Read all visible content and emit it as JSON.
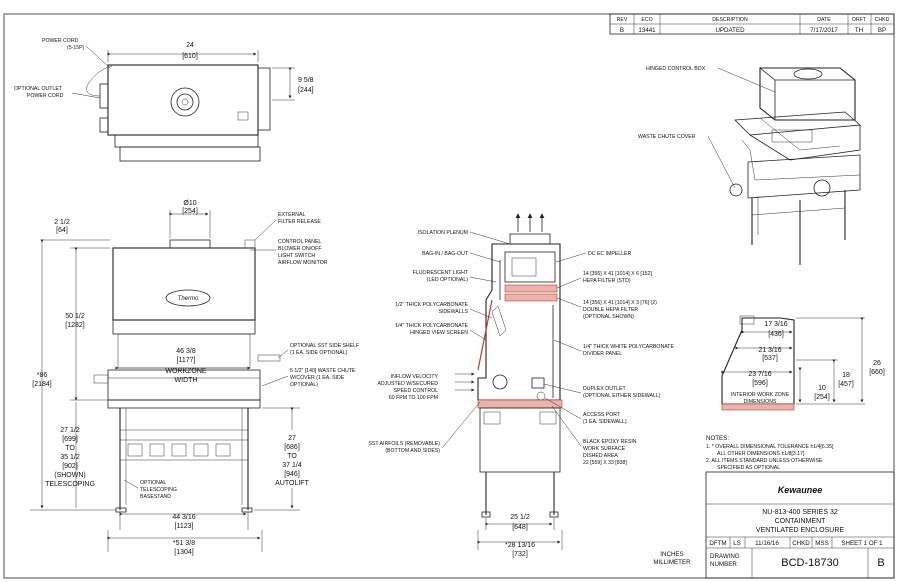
{
  "revision_table": {
    "headers": [
      "REV",
      "ECO",
      "DESCRIPTION",
      "DATE",
      "DRFT",
      "CHKD"
    ],
    "row": [
      "B",
      "13441",
      "UPDATED",
      "7/17/2017",
      "TH",
      "BP"
    ]
  },
  "top_view": {
    "power_cord": "POWER CORD",
    "power_cord_sub": "(5-15P)",
    "optional_outlet_1": "OPTIONAL OUTLET",
    "optional_outlet_2": "POWER CORD",
    "width_in": "24",
    "width_mm": "[610]",
    "depth_in": "9 5/8",
    "depth_mm": "[244]"
  },
  "front_view": {
    "collar_in": "Ø10",
    "collar_mm": "[254]",
    "offset_in": "2 1/2",
    "offset_mm": "[64]",
    "height_top_in": "50 1/2",
    "height_top_mm": "[1282]",
    "overall_height_in": "*86",
    "overall_height_mm": "[2184]",
    "workzone_in": "46 3/8",
    "workzone_mm": "[1177]",
    "workzone_1": "WORKZONE",
    "workzone_2": "WIDTH",
    "stand_lines": [
      "27 1/2",
      "[699]",
      "TO",
      "35 1/2",
      "[902]",
      "(SHOWN)",
      "TELESCOPING"
    ],
    "autolift_lines": [
      "27",
      "[686]",
      "TO",
      "37 1/4",
      "[946]",
      "AUTOLIFT"
    ],
    "stand_width_in": "44 3/16",
    "stand_width_mm": "[1123]",
    "overall_width_in": "*51 3/8",
    "overall_width_mm": "[1304]",
    "basestand_lines": [
      "OPTIONAL",
      "TELESCOPING",
      "BASESTAND"
    ],
    "logo": "Thermo"
  },
  "front_callouts": {
    "external_filter": [
      "EXTERNAL",
      "FILTER RELEASE"
    ],
    "control_panel": [
      "CONTROL PANEL",
      "BLOWER ON/OFF",
      "LIGHT SWITCH",
      "AIRFLOW MONITOR"
    ],
    "side_shelf": [
      "OPTIONAL SST SIDE SHELF",
      "(1 EA. SIDE OPTIONAL)"
    ],
    "waste_chute": [
      "5 1/2\" [140] WASTE CHUTE",
      "W/COVER (1 EA. SIDE",
      "OPTIONAL)"
    ]
  },
  "side_callouts": {
    "left": [
      {
        "lines": [
          "ISOLATION PLENUM"
        ]
      },
      {
        "lines": [
          "BAG-IN / BAG-OUT"
        ]
      },
      {
        "lines": [
          "FLUORESCENT LIGHT",
          "(LED OPTIONAL)"
        ]
      },
      {
        "lines": [
          "1/2\" THICK POLYCARBONATE",
          "SIDEWALLS"
        ]
      },
      {
        "lines": [
          "1/4\" THICK POLYCARBONATE",
          "HINGED VIEW SCREEN"
        ]
      },
      {
        "lines": [
          "INFLOW VELOCITY",
          "ADJUSTED W/SECURED",
          "SPEED CONTROL",
          "60 FPM TO 100 FPM"
        ]
      },
      {
        "lines": [
          "SST AIRFOILS (REMOVABLE)",
          "(BOTTOM AND SIDES)"
        ]
      }
    ],
    "right": [
      {
        "lines": [
          "DC EC IMPELLER"
        ]
      },
      {
        "lines": [
          "14 [356] X 41 [1014] X 6 [152]",
          "HEPA FILTER (STD)"
        ]
      },
      {
        "lines": [
          "14 [356] X 41 [1014] X 3 [76] (2)",
          "DOUBLE HEPA FILTER",
          "(OPTIONAL SHOWN)"
        ]
      },
      {
        "lines": [
          "1/4\" THICK WHITE POLYCARBONATE",
          "DIVIDER PANEL"
        ]
      },
      {
        "lines": [
          "DUPLEX OUTLET",
          "(OPTIONAL EITHER SIDEWALL)"
        ]
      },
      {
        "lines": [
          "ACCESS PORT",
          "(1 EA. SIDEWALL)"
        ]
      },
      {
        "lines": [
          "BLACK EPOXY RESIN",
          "WORK SURFACE",
          "DISHED AREA",
          "22 [559] X 33 [838]"
        ]
      }
    ],
    "depth_in": "25 1/2",
    "depth_mm": "[648]",
    "overall_depth_in": "*28 13/16",
    "overall_depth_mm": "[732]"
  },
  "iso_view": {
    "hinged_control_box": "HINGED CONTROL BOX",
    "waste_chute_cover": "WASTE CHUTE COVER"
  },
  "interior_section": {
    "top_in": "17 3/16",
    "top_mm": "[436]",
    "mid_in": "21 3/16",
    "mid_mm": "[537]",
    "bottom_in": "23 7/16",
    "bottom_mm": "[596]",
    "h1_in": "10",
    "h1_mm": "[254]",
    "h2_in": "18",
    "h2_mm": "[457]",
    "h3_in": "26",
    "h3_mm": "[660]",
    "label": [
      "INTERIOR WORK ZONE",
      "DIMENSIONS"
    ]
  },
  "notes": {
    "title": "NOTES:",
    "lines": [
      "1. * OVERALL DIMENSIONAL TOLERANCE ±1/4[6.35]",
      "ALL OTHER DIMENSIONS ±1/8[3.17]",
      "2. ALL ITEMS STANDARD UNLESS OTHERWISE",
      "SPECIFIED AS OPTIONAL"
    ]
  },
  "units": {
    "inches": "INCHES",
    "millimeter": "MILLIMETER"
  },
  "title_block": {
    "logo": "Kewaunee",
    "title_lines": [
      "NU-813-400 SERIES 32",
      "CONTAINMENT",
      "VENTILATED ENCLOSURE"
    ],
    "meta": [
      "DFTM",
      "LS",
      "11/16/16",
      "CHKD",
      "MSS",
      "SHEET 1 OF 1"
    ],
    "drawing_label_1": "DRAWING",
    "drawing_label_2": "NUMBER",
    "drawing_number": "BCD-18730",
    "rev": "B"
  }
}
